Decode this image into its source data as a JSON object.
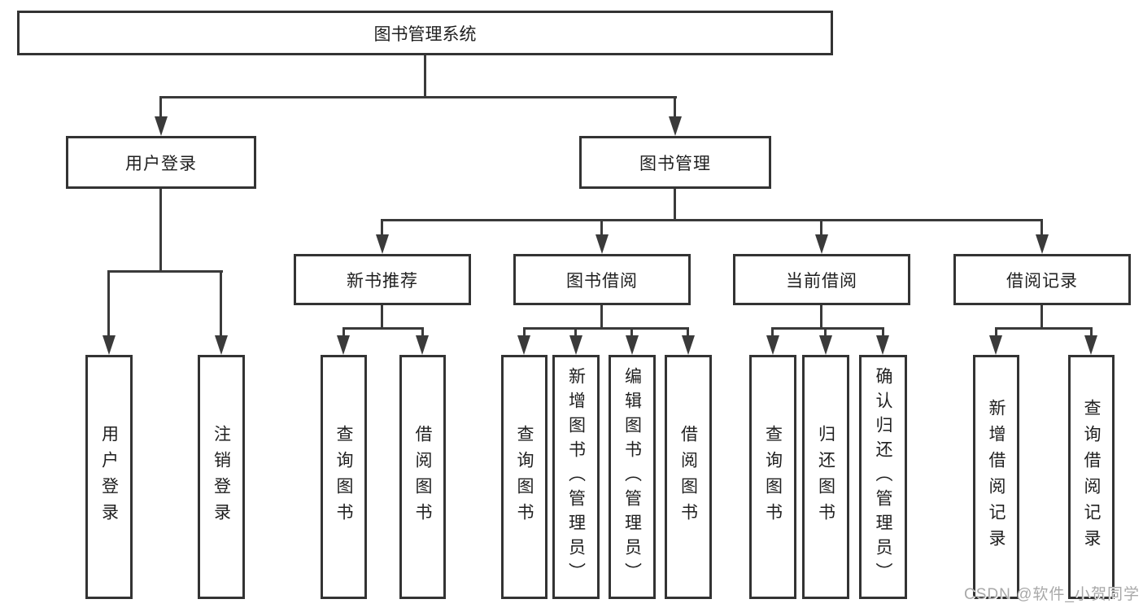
{
  "root": {
    "label": "图书管理系统"
  },
  "branches": [
    {
      "label": "用户登录",
      "children": [
        {
          "label": "用户登录"
        },
        {
          "label": "注销登录"
        }
      ]
    },
    {
      "label": "图书管理",
      "children": [
        {
          "label": "新书推荐",
          "children": [
            {
              "label": "查询图书"
            },
            {
              "label": "借阅图书"
            }
          ]
        },
        {
          "label": "图书借阅",
          "children": [
            {
              "label": "查询图书"
            },
            {
              "label": "新增图书（管理员）"
            },
            {
              "label": "编辑图书（管理员）"
            },
            {
              "label": "借阅图书"
            }
          ]
        },
        {
          "label": "当前借阅",
          "children": [
            {
              "label": "查询图书"
            },
            {
              "label": "归还图书"
            },
            {
              "label": "确认归还（管理员）"
            }
          ]
        },
        {
          "label": "借阅记录",
          "children": [
            {
              "label": "新增借阅记录"
            },
            {
              "label": "查询借阅记录"
            }
          ]
        }
      ]
    }
  ],
  "watermark": "CSDN @软件_小贺同学",
  "colors": {
    "line": "#3a3a3a",
    "box_border": "#333333",
    "text": "#1f1f1f",
    "watermark": "#a8a8a8",
    "background": "#ffffff"
  }
}
